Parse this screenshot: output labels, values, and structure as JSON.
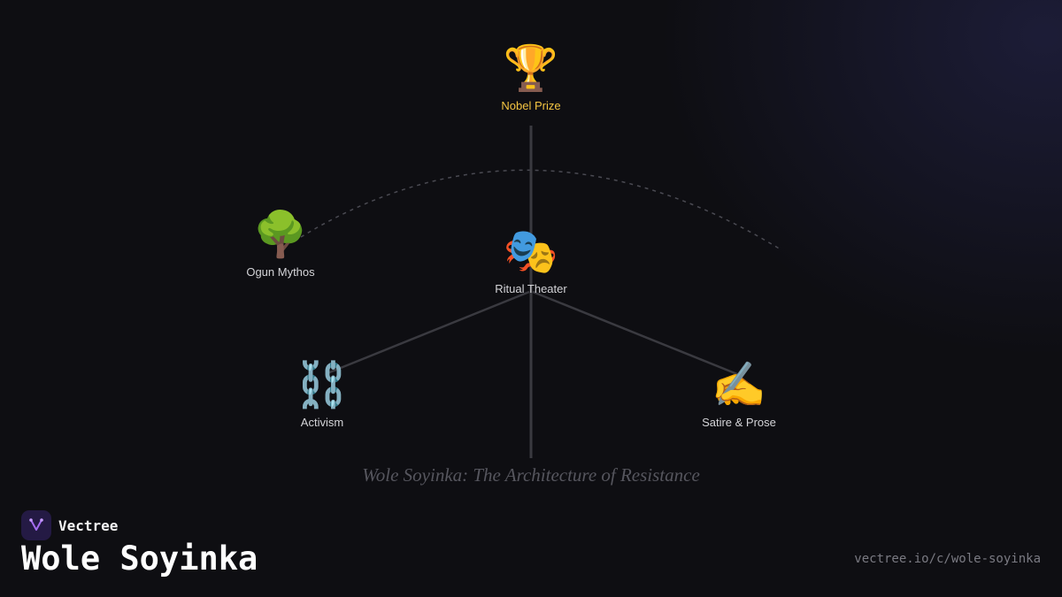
{
  "diagram": {
    "nodes": [
      {
        "id": "nobel",
        "icon": "🏆",
        "icon_name": "trophy-icon",
        "label": "Nobel Prize",
        "highlight": true
      },
      {
        "id": "ogun",
        "icon": "🌳",
        "icon_name": "tree-icon",
        "label": "Ogun Mythos",
        "highlight": false
      },
      {
        "id": "ritual",
        "icon": "🎭",
        "icon_name": "theater-masks-icon",
        "label": "Ritual Theater",
        "highlight": false
      },
      {
        "id": "activism",
        "icon": "⛓️",
        "icon_name": "chains-icon",
        "label": "Activism",
        "highlight": false
      },
      {
        "id": "satire",
        "icon": "✍️",
        "icon_name": "writing-hand-icon",
        "label": "Satire & Prose",
        "highlight": false
      }
    ],
    "edges": [
      {
        "from": "ritual",
        "to": "activism"
      },
      {
        "from": "ritual",
        "to": "satire"
      }
    ],
    "caption": "Wole Soyinka: The Architecture of Resistance"
  },
  "footer": {
    "brand": "Vectree",
    "title": "Wole Soyinka",
    "url": "vectree.io/c/wole-soyinka"
  },
  "colors": {
    "background": "#0e0e12",
    "highlight_label": "#f5c542",
    "label": "#d4d4d8",
    "line": "#3a3a40"
  }
}
